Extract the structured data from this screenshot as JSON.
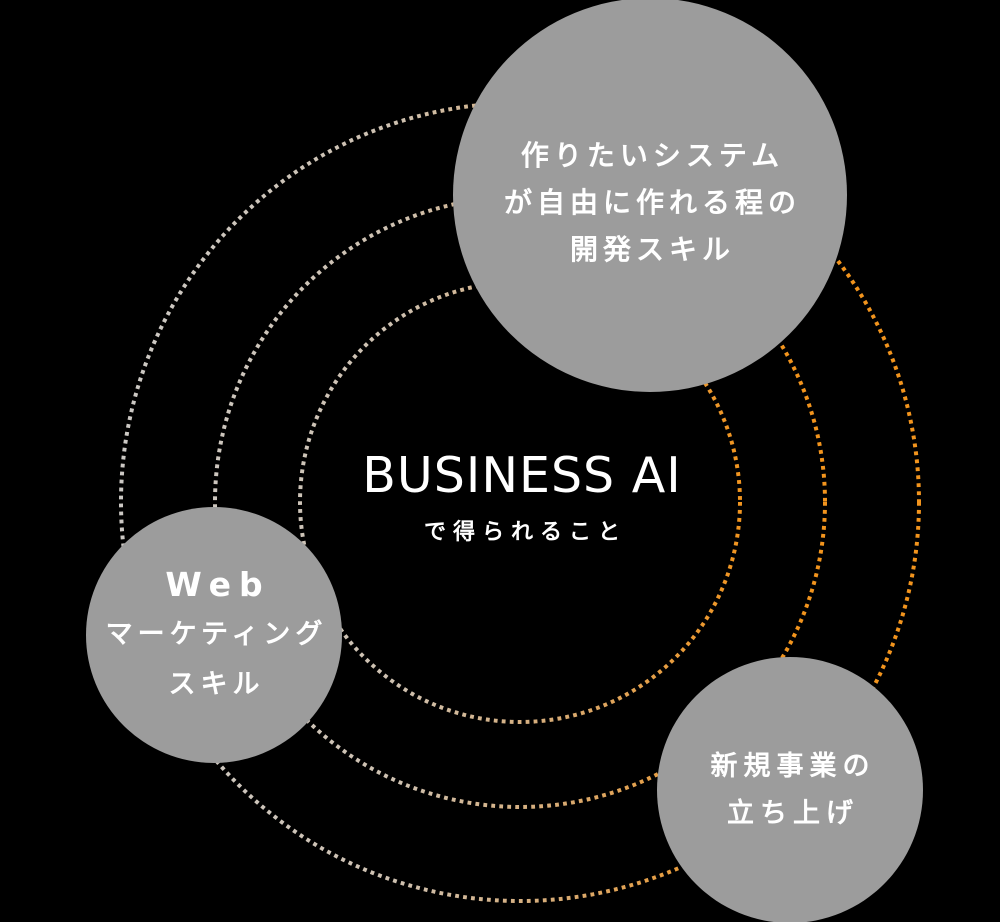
{
  "colors": {
    "background": "#000000",
    "bubble_gray": "#9c9c9c",
    "text": "#ffffff",
    "dot_gray": "#ccc9c5",
    "dot_warm": "#cec1b1",
    "dot_tan": "#d8ab74",
    "dot_orange": "#f2941d"
  },
  "center": {
    "title": "BUSINESS AI",
    "subtitle": "で得られること"
  },
  "bubbles": {
    "dev_skill": {
      "line1": "作りたいシステム",
      "line2": "が自由に作れる程の",
      "line3": "開発スキル"
    },
    "web_marketing": {
      "line1": "Web",
      "line2": "マーケティング",
      "line3": "スキル"
    },
    "new_business": {
      "line1": "新規事業の",
      "line2": "立ち上げ"
    }
  }
}
